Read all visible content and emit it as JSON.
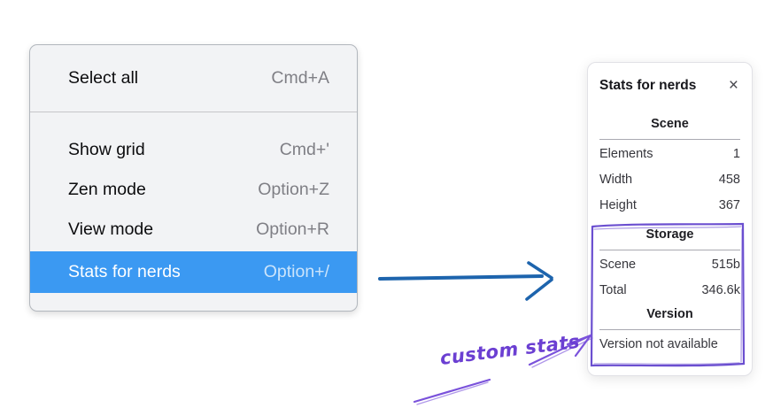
{
  "menu": {
    "groups": [
      {
        "items": [
          {
            "label": "Select all",
            "shortcut": "Cmd+A"
          }
        ]
      },
      {
        "items": [
          {
            "label": "Show grid",
            "shortcut": "Cmd+'"
          },
          {
            "label": "Zen mode",
            "shortcut": "Option+Z"
          },
          {
            "label": "View mode",
            "shortcut": "Option+R"
          },
          {
            "label": "Stats for nerds",
            "shortcut": "Option+/"
          }
        ]
      }
    ],
    "highlighted_item": "Stats for nerds"
  },
  "stats_panel": {
    "title": "Stats for nerds",
    "close_glyph": "×",
    "sections": [
      {
        "header": "Scene",
        "rows": [
          {
            "label": "Elements",
            "value": "1"
          },
          {
            "label": "Width",
            "value": "458"
          },
          {
            "label": "Height",
            "value": "367"
          }
        ]
      },
      {
        "header": "Storage",
        "rows": [
          {
            "label": "Scene",
            "value": "515b"
          },
          {
            "label": "Total",
            "value": "346.6k"
          }
        ]
      },
      {
        "header": "Version",
        "note": "Version not available"
      }
    ]
  },
  "annotation": {
    "label": "custom stats"
  },
  "colors": {
    "menu_highlight": "#3b99f2",
    "menu_bg": "#f2f3f5",
    "flow_arrow_blue": "#1d64ad",
    "annotation_purple": "#6b4fd0",
    "annotation_text_purple": "#6b3fd2"
  }
}
